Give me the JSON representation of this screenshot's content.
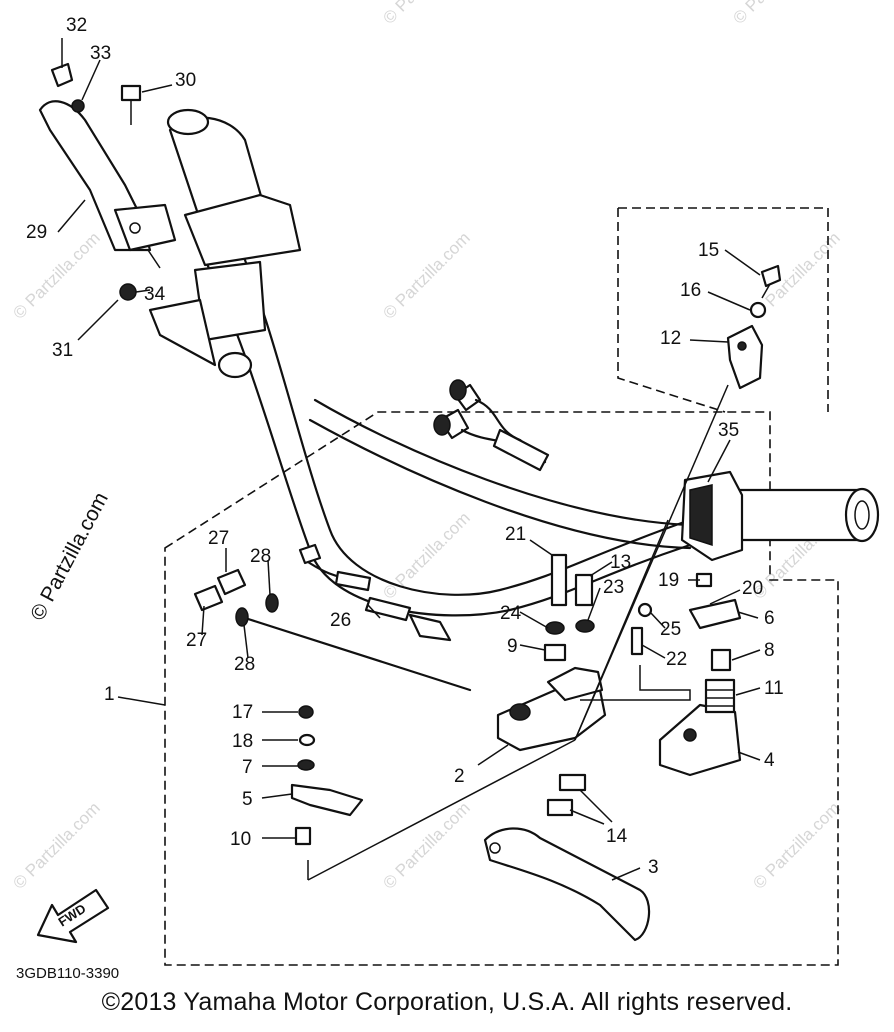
{
  "diagram": {
    "drawing_code": "3GDB110-3390",
    "fwd_label": "FWD",
    "watermark": "© Partzilla.com",
    "copyright": "©2013 Yamaha Motor Corporation, U.S.A. All rights reserved.",
    "callouts": [
      "1",
      "2",
      "3",
      "4",
      "5",
      "6",
      "7",
      "8",
      "9",
      "10",
      "11",
      "12",
      "13",
      "14",
      "15",
      "16",
      "17",
      "18",
      "19",
      "20",
      "21",
      "22",
      "23",
      "24",
      "25",
      "26",
      "27",
      "28",
      "29",
      "30",
      "31",
      "32",
      "33",
      "34",
      "35"
    ]
  }
}
